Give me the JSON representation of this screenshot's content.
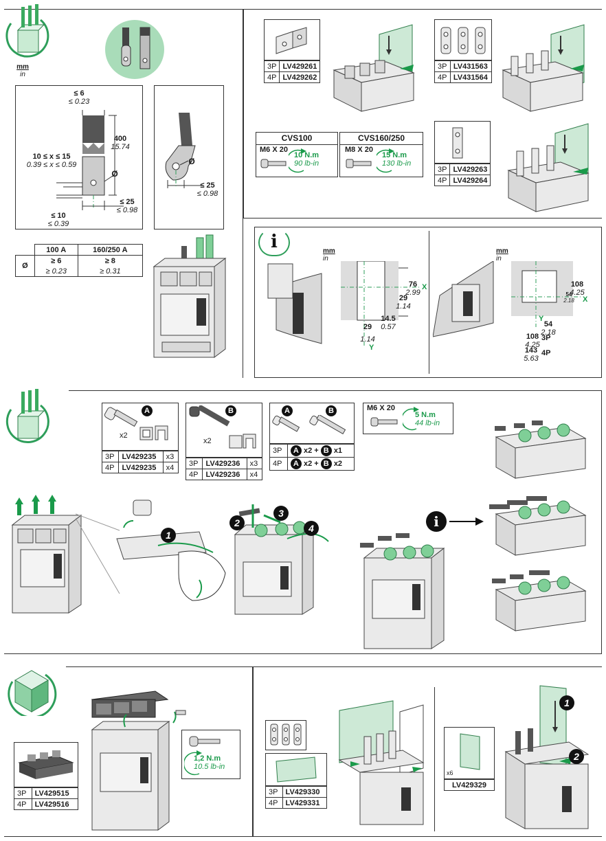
{
  "units": {
    "mm": "mm",
    "in": "in"
  },
  "s1": {
    "dims": {
      "w_max_mm": "≤ 6",
      "w_max_in": "≤ 0.23",
      "len_mm": "400",
      "len_in": "15.74",
      "x_mm": "10 ≤ x ≤ 15",
      "x_in": "0.39 ≤ x ≤ 0.59",
      "dia": "Ø",
      "hole_mm": "≤ 10",
      "hole_in": "≤ 0.39",
      "wid_mm": "≤ 25",
      "wid_in": "≤ 0.98",
      "lug_dia": "Ø",
      "lug_wid_mm": "≤ 25",
      "lug_wid_in": "≤ 0.98"
    },
    "table": {
      "h1": "100 A",
      "h2": "160/250 A",
      "row_label": "Ø",
      "c1_mm": "≥ 6",
      "c1_in": "≥ 0.23",
      "c2_mm": "≥ 8",
      "c2_in": "≥ 0.31"
    }
  },
  "s2": {
    "items": [
      {
        "p3": "3P",
        "c3": "LV429261",
        "p4": "4P",
        "c4": "LV429262"
      },
      {
        "p3": "3P",
        "c3": "LV431563",
        "p4": "4P",
        "c4": "LV431564"
      },
      {
        "p3": "3P",
        "c3": "LV429263",
        "p4": "4P",
        "c4": "LV429264"
      }
    ],
    "cvs100": {
      "title": "CVS100",
      "screw": "M6 X 20",
      "nm": "10 N.m",
      "lbin": "90 lb-in"
    },
    "cvs160": {
      "title": "CVS160/250",
      "screw": "M8 X 20",
      "nm": "15 N.m",
      "lbin": "130 lb-in"
    }
  },
  "s3": {
    "left": {
      "d76": "76",
      "d76i": "2.99",
      "x": "X",
      "d29": "29",
      "d29i": "1.14",
      "d29b": "29",
      "d29bi": "1.14",
      "d145": "14.5",
      "d145i": "0.57",
      "y": "Y"
    },
    "right": {
      "d108": "108",
      "d108i": "4.25",
      "d54v": "54",
      "d54vi": "2.18",
      "x": "X",
      "y": "Y",
      "d54": "54",
      "d54i": "2.18",
      "d108h": "108",
      "d108hi": "4.25",
      "p3": "3P",
      "d143": "143",
      "d143i": "5.63",
      "p4": "4P"
    }
  },
  "s4": {
    "kitA": {
      "letter": "A",
      "qty": "x2",
      "p3": "3P",
      "c3": "LV429235",
      "q3": "x3",
      "p4": "4P",
      "c4": "LV429235",
      "q4": "x4"
    },
    "kitB": {
      "letter": "B",
      "qty": "x2",
      "p3": "3P",
      "c3": "LV429236",
      "q3": "x3",
      "p4": "4P",
      "c4": "LV429236",
      "q4": "x4"
    },
    "kitAB": {
      "la": "A",
      "lb": "B",
      "p3": "3P",
      "r3a": "x2 +",
      "r3b": "x1",
      "p4": "4P",
      "r4a": "x2 +",
      "r4b": "x2"
    },
    "screw": {
      "size": "M6 X 20",
      "nm": "5 N.m",
      "lbin": "44 lb-in"
    },
    "steps": [
      "1",
      "2",
      "3",
      "4"
    ]
  },
  "s5": {
    "cover": {
      "p3": "3P",
      "c3": "LV429515",
      "p4": "4P",
      "c4": "LV429516"
    },
    "torque": {
      "nm": "1,2 N.m",
      "lbin": "10.5 lb-in"
    },
    "spacer": {
      "p3": "3P",
      "c3": "LV429330",
      "p4": "4P",
      "c4": "LV429331"
    },
    "barrier": {
      "qty": "x6",
      "code": "LV429329"
    },
    "steps": [
      "1",
      "2"
    ]
  }
}
